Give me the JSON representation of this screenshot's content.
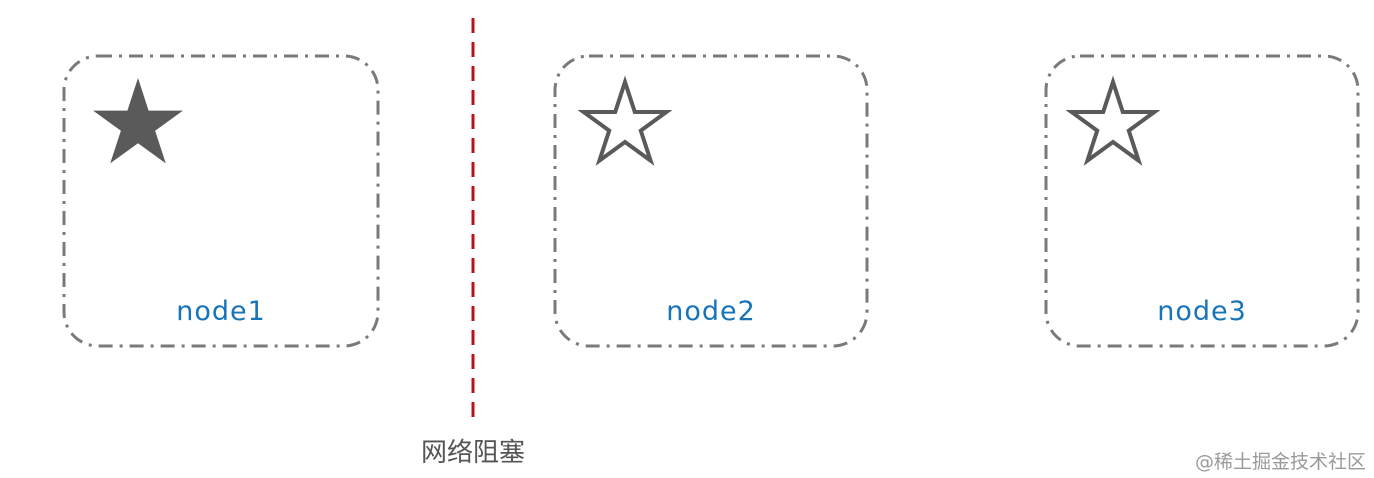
{
  "nodes": [
    {
      "label": "node1",
      "icon": "star-filled-icon"
    },
    {
      "label": "node2",
      "icon": "star-outline-icon"
    },
    {
      "label": "node3",
      "icon": "star-outline-icon"
    }
  ],
  "partition": {
    "label": "网络阻塞"
  },
  "watermark": "@稀土掘金技术社区",
  "colors": {
    "box_border": "#7a7a7a",
    "star": "#5a5a5a",
    "node_label": "#1874b8",
    "partition_line": "#b5141b",
    "partition_label": "#555555",
    "watermark": "#9a9a9a"
  }
}
